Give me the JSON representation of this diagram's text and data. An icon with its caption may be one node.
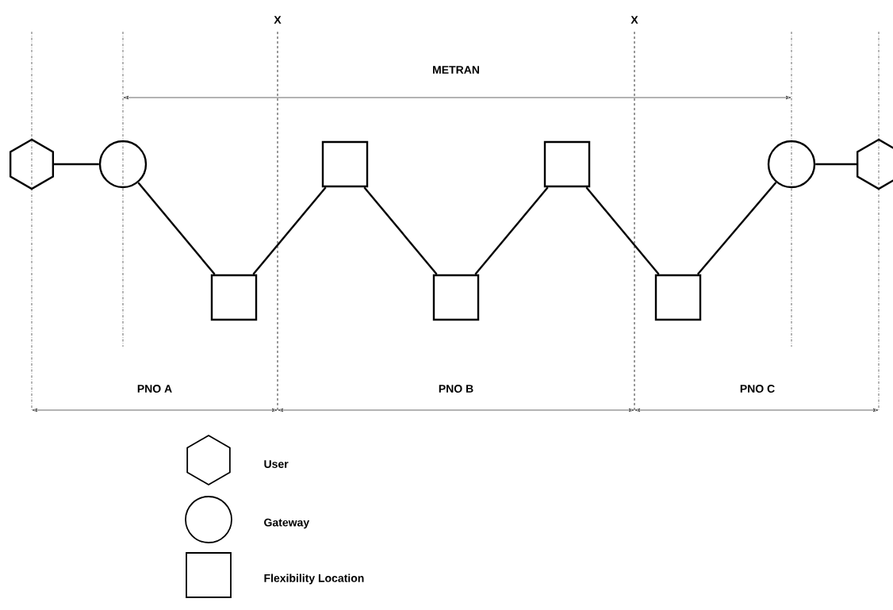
{
  "diagram": {
    "nodes": [
      {
        "text": [],
        "shape": "hexagon"
      },
      {
        "text": [],
        "shape": "circle"
      },
      {
        "text": [],
        "shape": "box"
      },
      {
        "text": [],
        "shape": "box"
      },
      {
        "text": [],
        "shape": "box"
      },
      {
        "text": [],
        "shape": "box"
      },
      {
        "text": [],
        "shape": "box"
      },
      {
        "text": [],
        "shape": "circle"
      },
      {
        "text": [],
        "shape": "hexagon"
      }
    ],
    "edges": [
      {
        "from": 0,
        "to": 1,
        "arrow": "none"
      },
      {
        "from": 1,
        "to": 2,
        "arrow": "none"
      },
      {
        "from": 2,
        "to": 3,
        "arrow": "none"
      },
      {
        "from": 3,
        "to": 4,
        "arrow": "none"
      },
      {
        "from": 4,
        "to": 5,
        "arrow": "none"
      },
      {
        "from": 5,
        "to": 6,
        "arrow": "none"
      },
      {
        "from": 6,
        "to": 7,
        "arrow": "none"
      },
      {
        "from": 7,
        "to": 8,
        "arrow": "none"
      }
    ],
    "labels": [
      "X",
      "X",
      "METRAN",
      "PNO A",
      "PNO B",
      "PNO C"
    ],
    "legend": [
      {
        "text": "User"
      },
      {
        "text": "Gateway"
      },
      {
        "text": "Flexibility Location"
      }
    ]
  }
}
